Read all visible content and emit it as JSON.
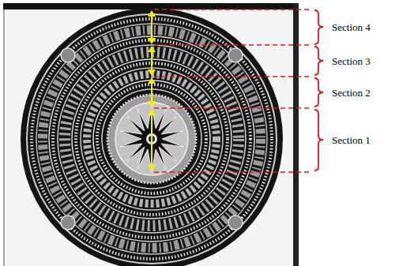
{
  "diagram": {
    "labels": [
      "Section 4",
      "Section 3",
      "Section 2",
      "Section 1"
    ]
  }
}
